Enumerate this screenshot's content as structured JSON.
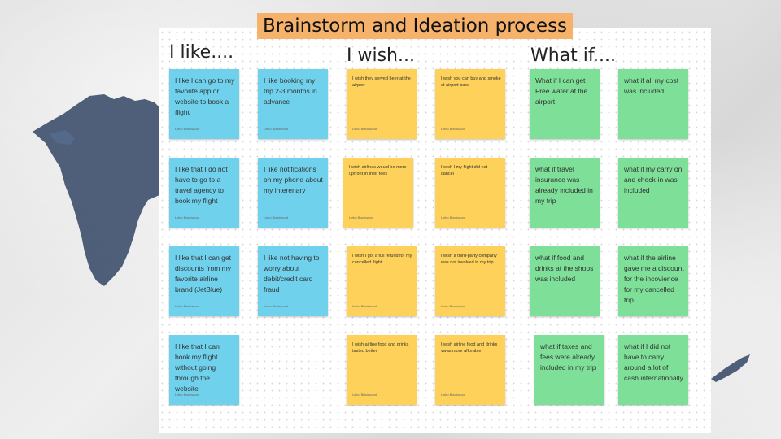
{
  "title": "Brainstorm and Ideation process",
  "colors": {
    "title_bg": "#f6b26b",
    "like": "#6fd1ec",
    "wish": "#fed25a",
    "whatif": "#7ddf98"
  },
  "headings": {
    "like": "I like....",
    "wish": "I wish...",
    "whatif": "What if...."
  },
  "author": "Lieko Blackwood",
  "like_notes": [
    "I like I can go to my favorite app or website to book a flight",
    "I like booking my trip 2-3 months in advance",
    "I like that I do not have to go to a travel agency to book my flight",
    "I like notifications on my phone about my interenary",
    "I like that I can get discounts from my favorite airline brand (JetBlue)",
    "I like not having to worry about debit/credit card fraud",
    "I like that I can book my flight without going through the website"
  ],
  "wish_notes": [
    "I wish they served beer at the airport",
    "I wish you can buy and smoke at airport bars",
    "I wish airlines would be more upfront in their fees",
    "I wish I my flight did not cancel",
    "I wish I got a full refund for my cancelled flight",
    "I wish a third-party company was not involved in my trip",
    "I wish airline food and drinks tasted better",
    "I wish airline food and drinks vwas more afforable"
  ],
  "whatif_notes": [
    "What if I can get Free water at the airport",
    "what if all my cost was included",
    "what if travel insurance was already included in my trip",
    "what if my carry on, and check-in was included",
    "what if food and drinks at the shops was included",
    "what if the airline gave me a discount for the incovience for my cancelled trip",
    "what if taxes and fees were already included in my trip",
    "what if I did not have to carry around a lot of cash internationally"
  ]
}
